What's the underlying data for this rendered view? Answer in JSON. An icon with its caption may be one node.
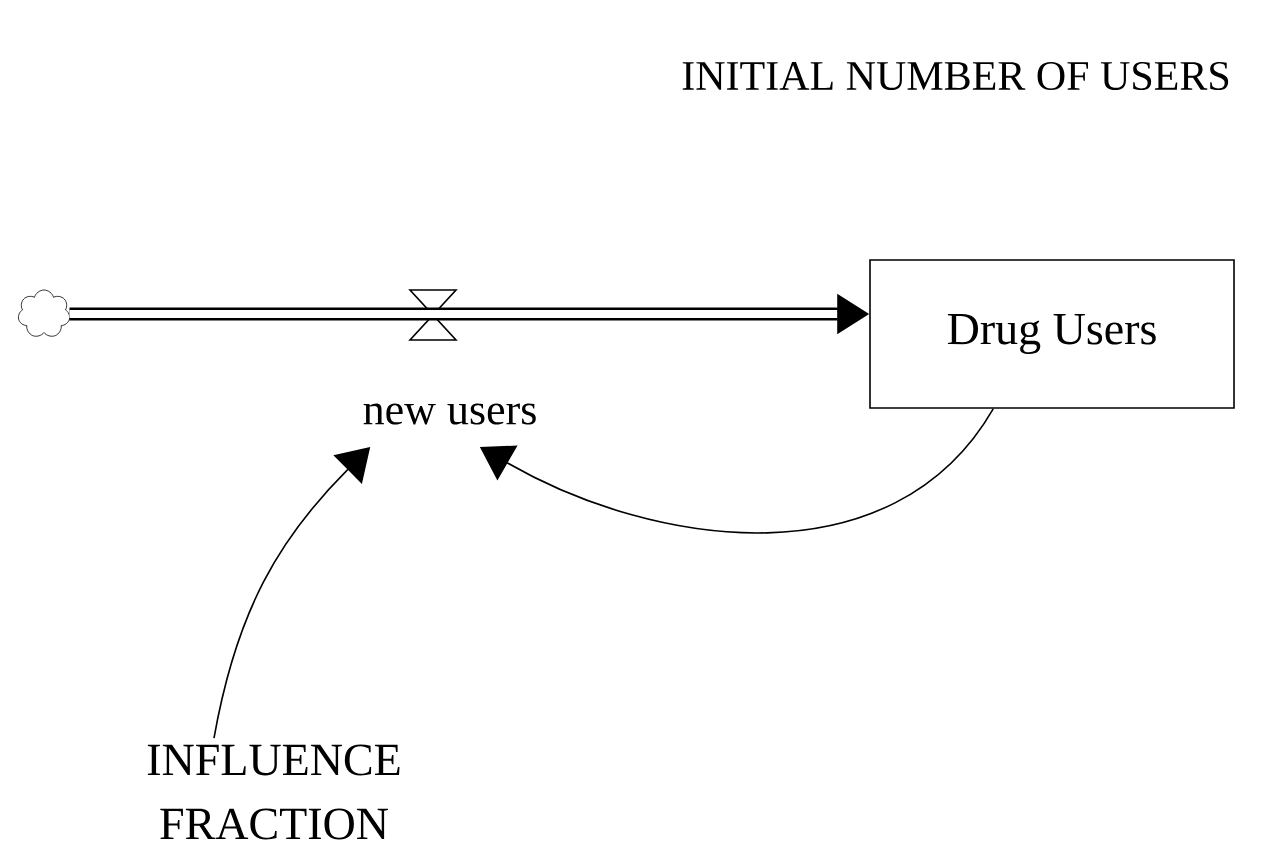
{
  "diagram": {
    "nodes": [
      {
        "text": [],
        "shape": "cloud"
      },
      {
        "text": [
          "new users"
        ]
      },
      {
        "text": [
          "Drug Users"
        ]
      },
      {
        "text": [
          "INFLUENCE FRACTION"
        ]
      }
    ],
    "edges": [
      {
        "from": 0,
        "to": 2,
        "arrow": "to",
        "style": "thick"
      },
      {
        "from": 2,
        "to": 1,
        "arrow": "to"
      },
      {
        "from": 3,
        "to": 1,
        "arrow": "to"
      }
    ],
    "labels": [
      "INITIAL NUMBER OF USERS"
    ]
  }
}
